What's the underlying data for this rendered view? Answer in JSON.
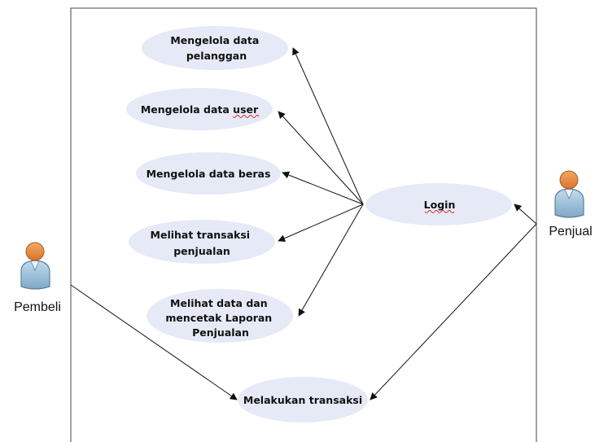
{
  "actors": {
    "pembeli": "Pembeli",
    "penjual": "Penjual"
  },
  "use_cases": {
    "kelola_pelanggan": [
      "Mengelola data",
      "pelanggan"
    ],
    "kelola_user": [
      "Mengelola data user"
    ],
    "kelola_beras": [
      "Mengelola data beras"
    ],
    "lihat_transaksi": [
      "Melihat transaksi",
      "penjualan"
    ],
    "laporan": [
      "Melihat data dan",
      "mencetak Laporan",
      "Penjualan"
    ],
    "login": [
      "Login"
    ],
    "transaksi": [
      "Melakukan transaksi"
    ]
  },
  "colors": {
    "usecase_fill": "#e6eaf6",
    "actor_head": "#e8893a",
    "actor_body": "#9fc3dc"
  }
}
